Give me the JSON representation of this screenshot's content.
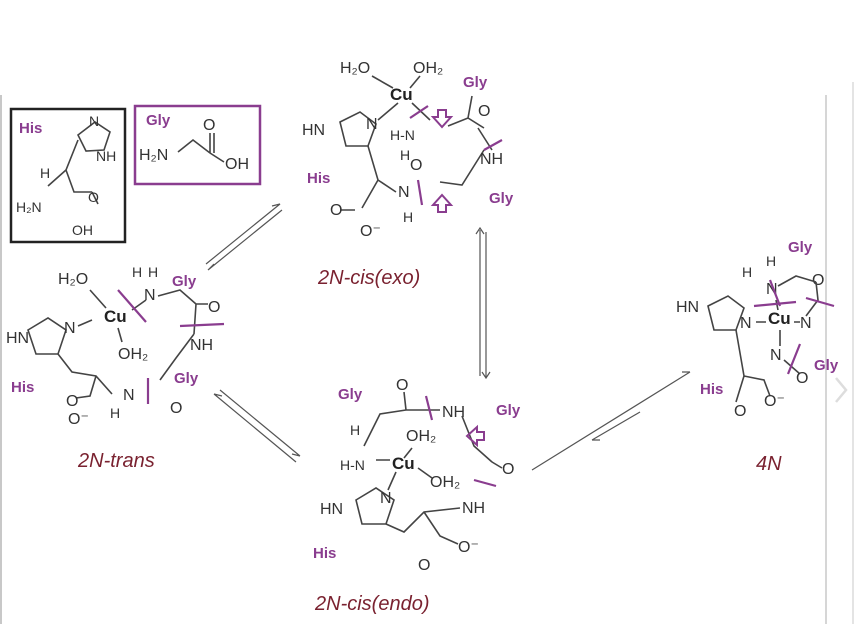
{
  "colors": {
    "accent": "#8a3d8f",
    "title": "#7a2230",
    "bond": "#444444",
    "frame": "#c8c8c8"
  },
  "residues": {
    "his": "His",
    "gly": "Gly"
  },
  "titles": {
    "exo": "2N-cis(exo)",
    "trans": "2N-trans",
    "endo": "2N-cis(endo)",
    "fourN": "4N"
  },
  "atoms": {
    "cu": "Cu",
    "water": "H₂O",
    "water2": "OH₂",
    "nh": "NH",
    "hn": "HN",
    "n": "N",
    "h": "H",
    "o": "O",
    "oh": "OH",
    "h2n": "H₂N",
    "hn_dash": "H-N",
    "o_minus": "O⁻"
  },
  "icons": {
    "next": "chevron-right-icon"
  }
}
